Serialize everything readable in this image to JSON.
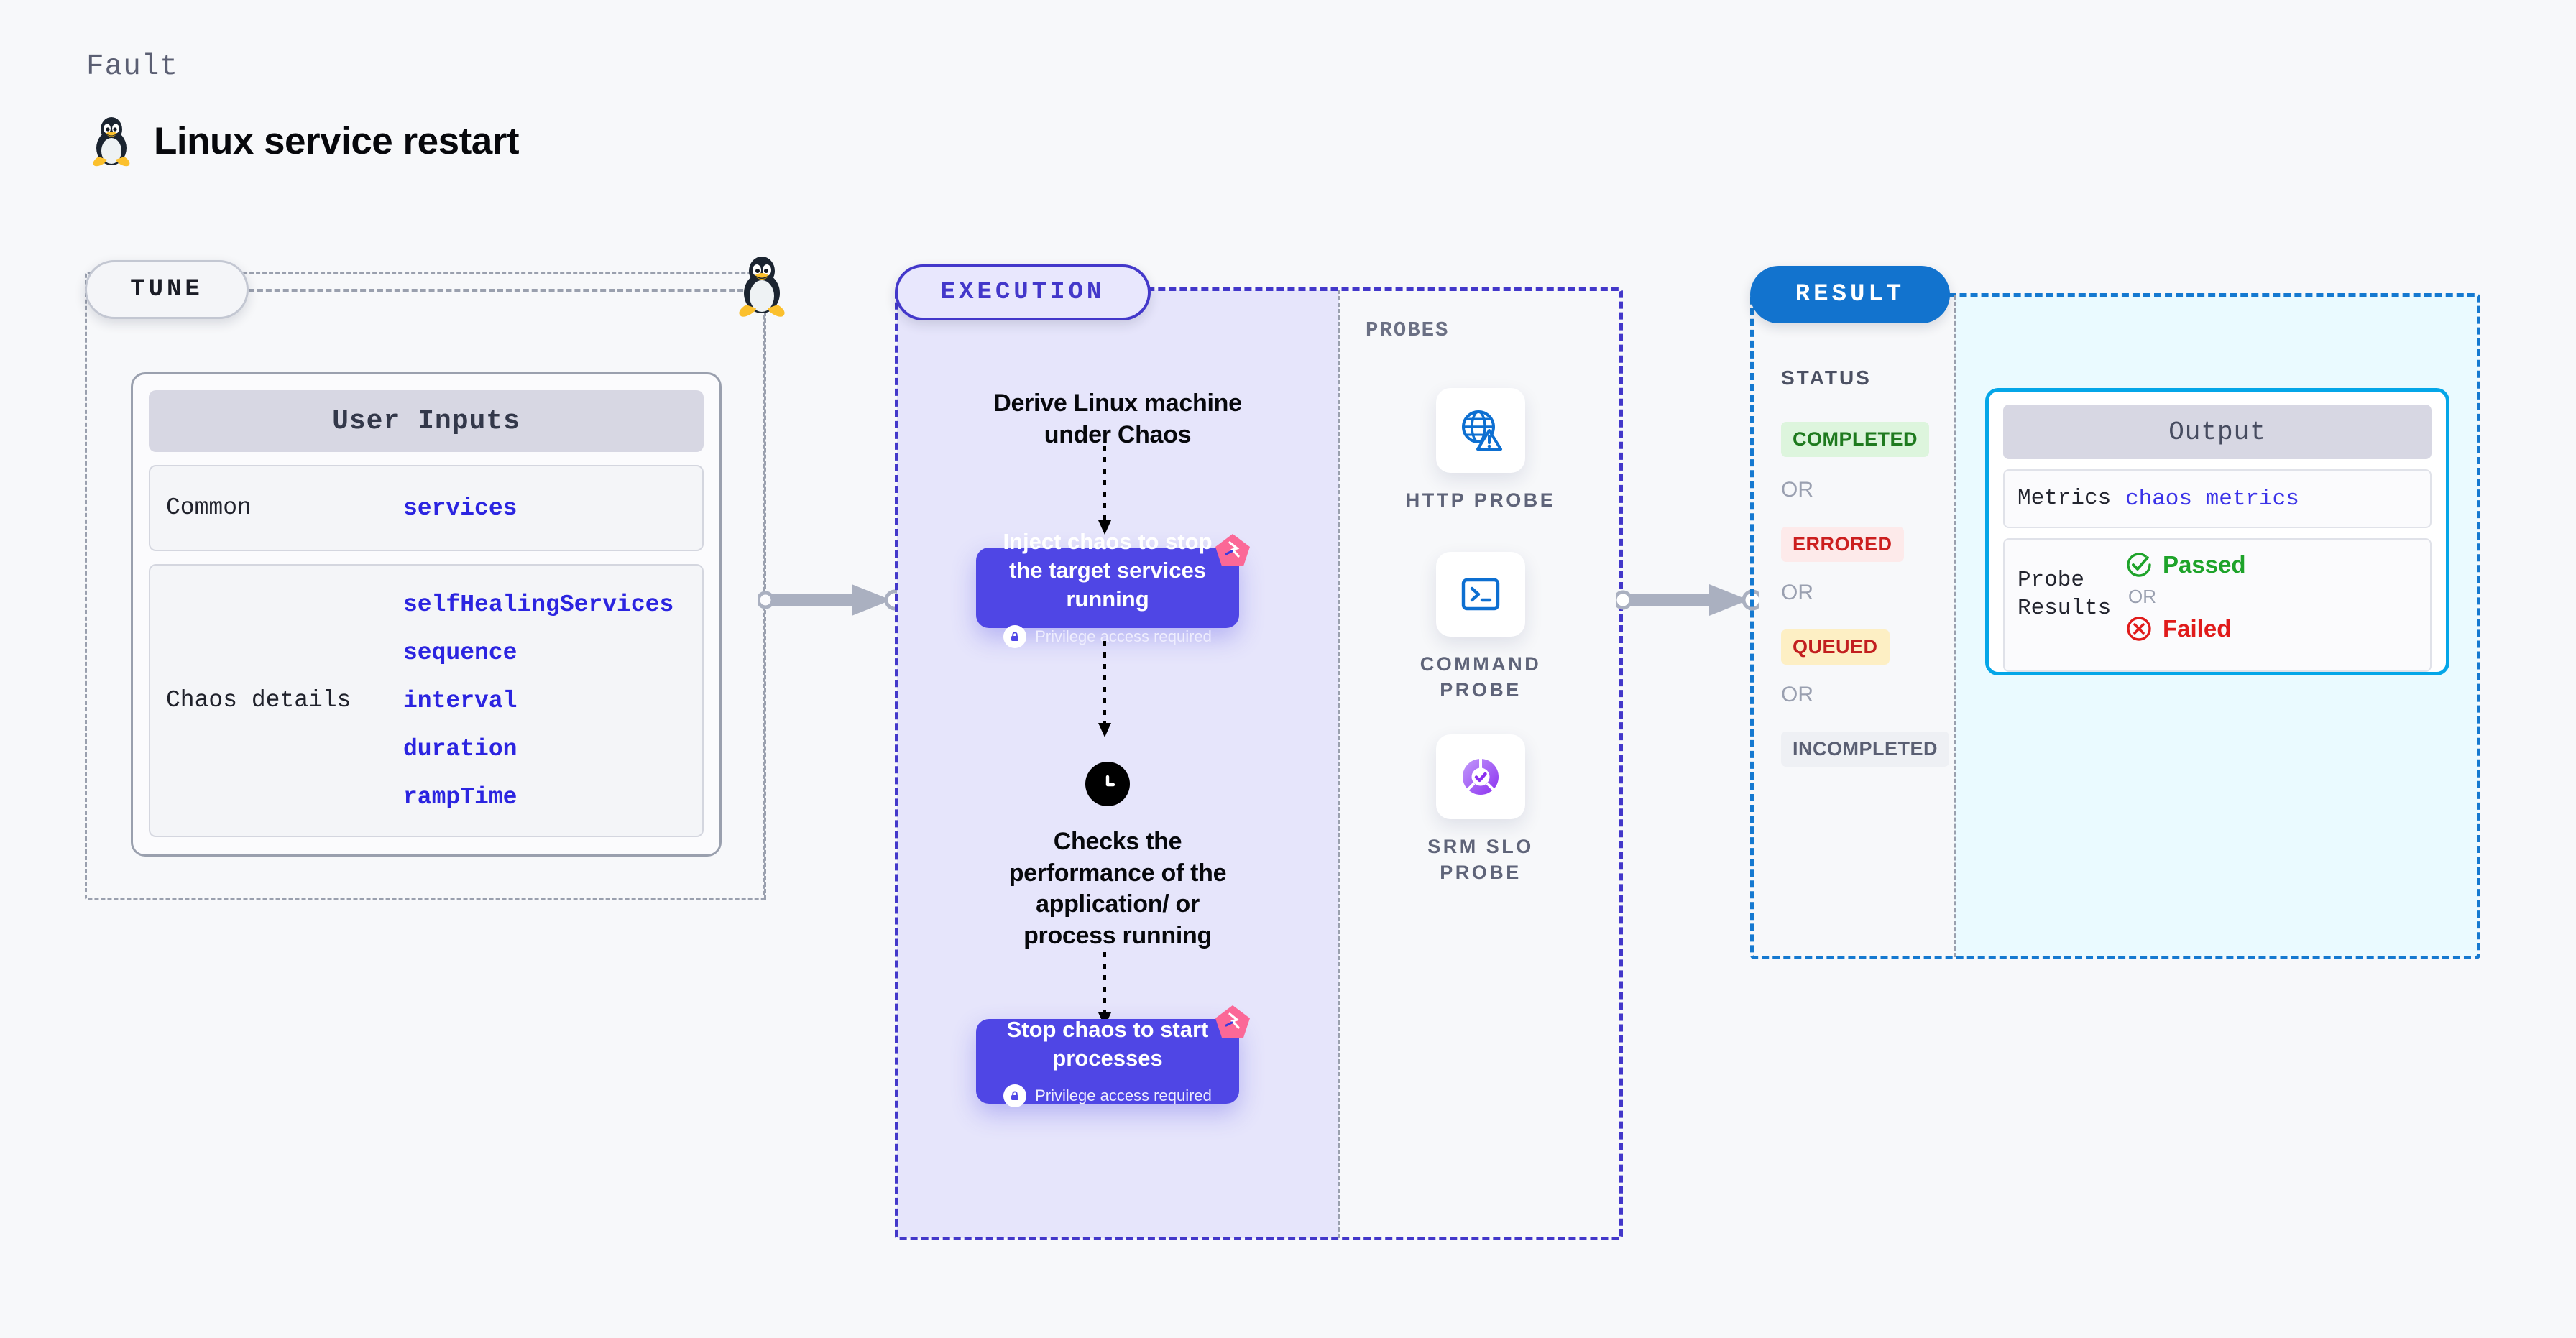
{
  "header": {
    "kicker": "Fault",
    "title": "Linux service restart",
    "icon": "tux-penguin-icon"
  },
  "tune": {
    "badge": "TUNE",
    "card_title": "User Inputs",
    "sections": [
      {
        "label": "Common",
        "values": [
          "services"
        ]
      },
      {
        "label": "Chaos details",
        "values": [
          "selfHealingServices",
          "sequence",
          "interval",
          "duration",
          "rampTime"
        ]
      }
    ]
  },
  "execution": {
    "badge": "EXECUTION",
    "steps": [
      {
        "type": "text",
        "text": "Derive Linux machine under Chaos"
      },
      {
        "type": "chaos-card",
        "text": "Inject chaos to stop the target services running",
        "privilege": "Privilege access required"
      },
      {
        "type": "text",
        "text": "Checks the performance of the application/ or process running",
        "icon": "clock-icon"
      },
      {
        "type": "chaos-card",
        "text": "Stop chaos to start processes",
        "privilege": "Privilege access required"
      }
    ]
  },
  "probes": {
    "label": "PROBES",
    "items": [
      {
        "name": "HTTP PROBE",
        "icon": "globe-warning-icon"
      },
      {
        "name": "COMMAND PROBE",
        "icon": "terminal-icon"
      },
      {
        "name": "SRM SLO PROBE",
        "icon": "slo-donut-check-icon"
      }
    ]
  },
  "result": {
    "badge": "RESULT",
    "status_label": "STATUS",
    "or_label": "OR",
    "statuses": [
      {
        "text": "COMPLETED",
        "color": "#1f7a1f",
        "bg": "#ddf5dd"
      },
      {
        "text": "ERRORED",
        "color": "#cc1f1f",
        "bg": "#fdeaea"
      },
      {
        "text": "QUEUED",
        "color": "#c21f1f",
        "bg": "#fdefc4"
      },
      {
        "text": "INCOMPLETED",
        "color": "#5a5f73",
        "bg": "#eef0f4"
      }
    ],
    "output": {
      "title": "Output",
      "metrics_label": "Metrics",
      "metrics_value": "chaos metrics",
      "probe_results_label": "Probe Results",
      "passed": "Passed",
      "failed": "Failed",
      "or_label": "OR",
      "passed_color": "#1ea32a",
      "failed_color": "#e01b1b"
    }
  },
  "colors": {
    "accent_purple": "#4f46e5",
    "accent_blue": "#1273ce",
    "accent_cyan": "#04a6e8",
    "chaos_pink": "#fb6897",
    "mono_blue": "#2b24e0"
  }
}
